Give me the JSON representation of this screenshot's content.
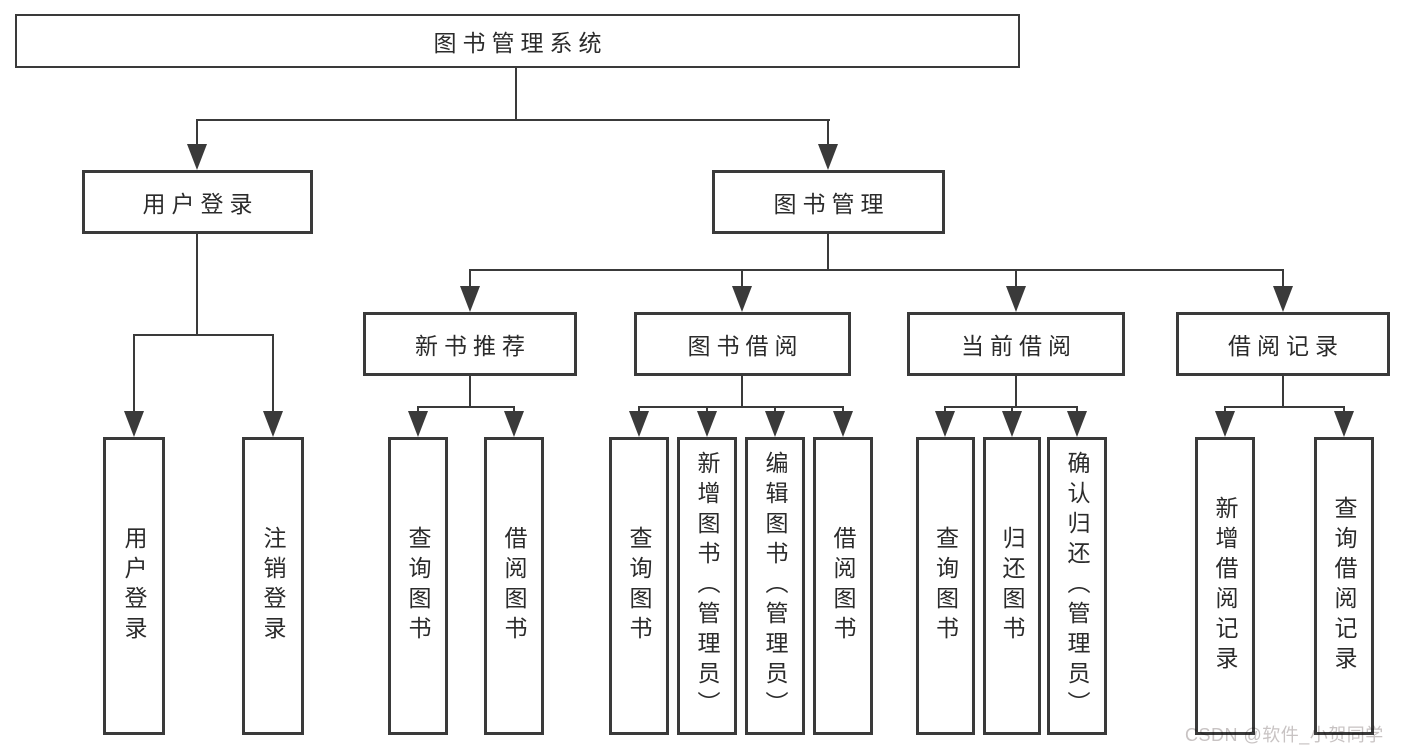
{
  "diagram": {
    "root": {
      "label": "图书管理系统"
    },
    "branches": {
      "user_login": {
        "label": "用户登录",
        "children": [
          {
            "label": "用户登录"
          },
          {
            "label": "注销登录"
          }
        ]
      },
      "book_management": {
        "label": "图书管理",
        "children": [
          {
            "label": "新书推荐",
            "children": [
              {
                "label": "查询图书"
              },
              {
                "label": "借阅图书"
              }
            ]
          },
          {
            "label": "图书借阅",
            "children": [
              {
                "label": "查询图书"
              },
              {
                "label": "新增图书（管理员）"
              },
              {
                "label": "编辑图书（管理员）"
              },
              {
                "label": "借阅图书"
              }
            ]
          },
          {
            "label": "当前借阅",
            "children": [
              {
                "label": "查询图书"
              },
              {
                "label": "归还图书"
              },
              {
                "label": "确认归还（管理员）"
              }
            ]
          },
          {
            "label": "借阅记录",
            "children": [
              {
                "label": "新增借阅记录"
              },
              {
                "label": "查询借阅记录"
              }
            ]
          }
        ]
      }
    }
  },
  "watermark": {
    "text": "CSDN @软件_小贺同学"
  },
  "colors": {
    "line": "#3a3a3a",
    "text": "#2b2b2b",
    "background": "#ffffff",
    "watermark": "#c8c3c3"
  }
}
